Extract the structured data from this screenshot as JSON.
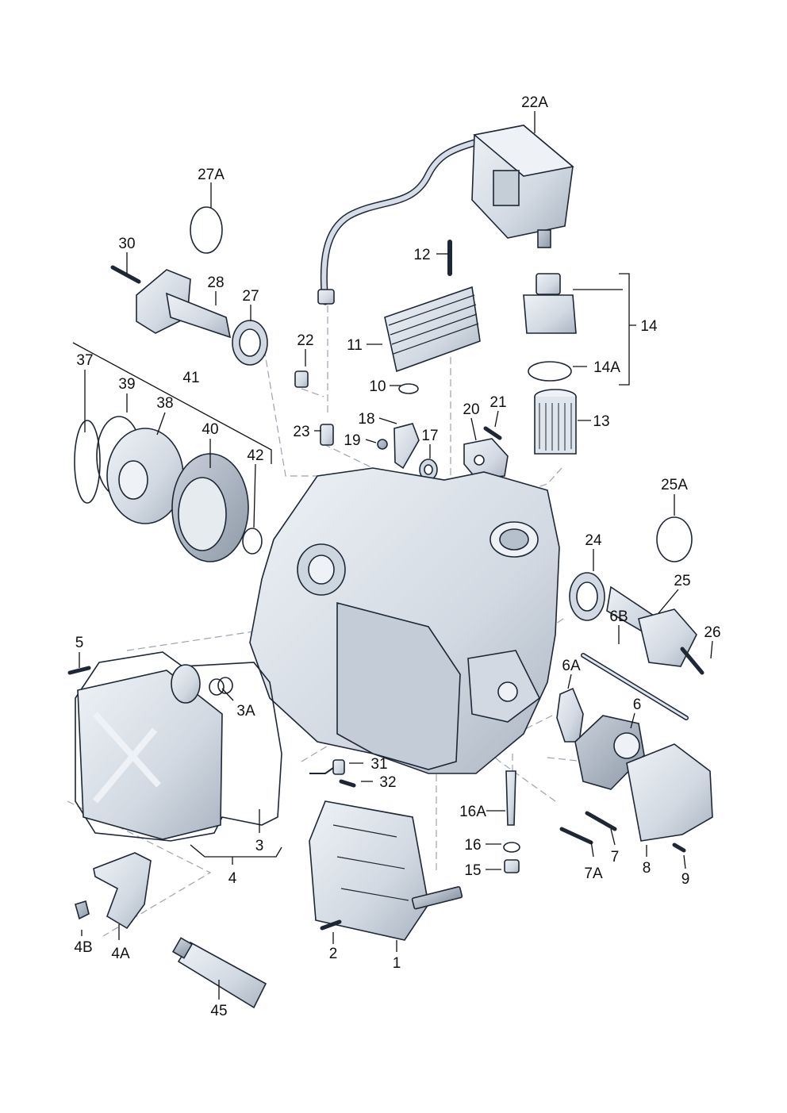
{
  "diagram": {
    "callouts": {
      "p22A": "22A",
      "p27A": "27A",
      "p30": "30",
      "p28": "28",
      "p27": "27",
      "p12": "12",
      "p11": "11",
      "p10": "10",
      "p22": "22",
      "p23": "23",
      "p18": "18",
      "p19": "19",
      "p17": "17",
      "p20": "20",
      "p21": "21",
      "p14": "14",
      "p14A": "14A",
      "p13": "13",
      "p37": "37",
      "p39": "39",
      "p41": "41",
      "p38": "38",
      "p40": "40",
      "p42": "42",
      "p25A": "25A",
      "p24": "24",
      "p25": "25",
      "p26": "26",
      "p6B": "6B",
      "p6A": "6A",
      "p6": "6",
      "p5": "5",
      "p3A": "3A",
      "p3": "3",
      "p4": "4",
      "p4B": "4B",
      "p4A": "4A",
      "p31": "31",
      "p32": "32",
      "p2": "2",
      "p1": "1",
      "p16A": "16A",
      "p16": "16",
      "p15": "15",
      "p7": "7",
      "p7A": "7A",
      "p8": "8",
      "p9": "9",
      "p45": "45"
    },
    "colors": {
      "metal": "#dce2ea",
      "metal_dark": "#b6c0cc",
      "metal_light": "#eef2f6",
      "outline": "#1d2735",
      "leader": "#111111",
      "phantom": "#9aa3b0"
    },
    "icons": [
      "transmission-housing",
      "mechatronic-unit",
      "oil-cooler",
      "oil-filter",
      "clutch-pack"
    ]
  }
}
